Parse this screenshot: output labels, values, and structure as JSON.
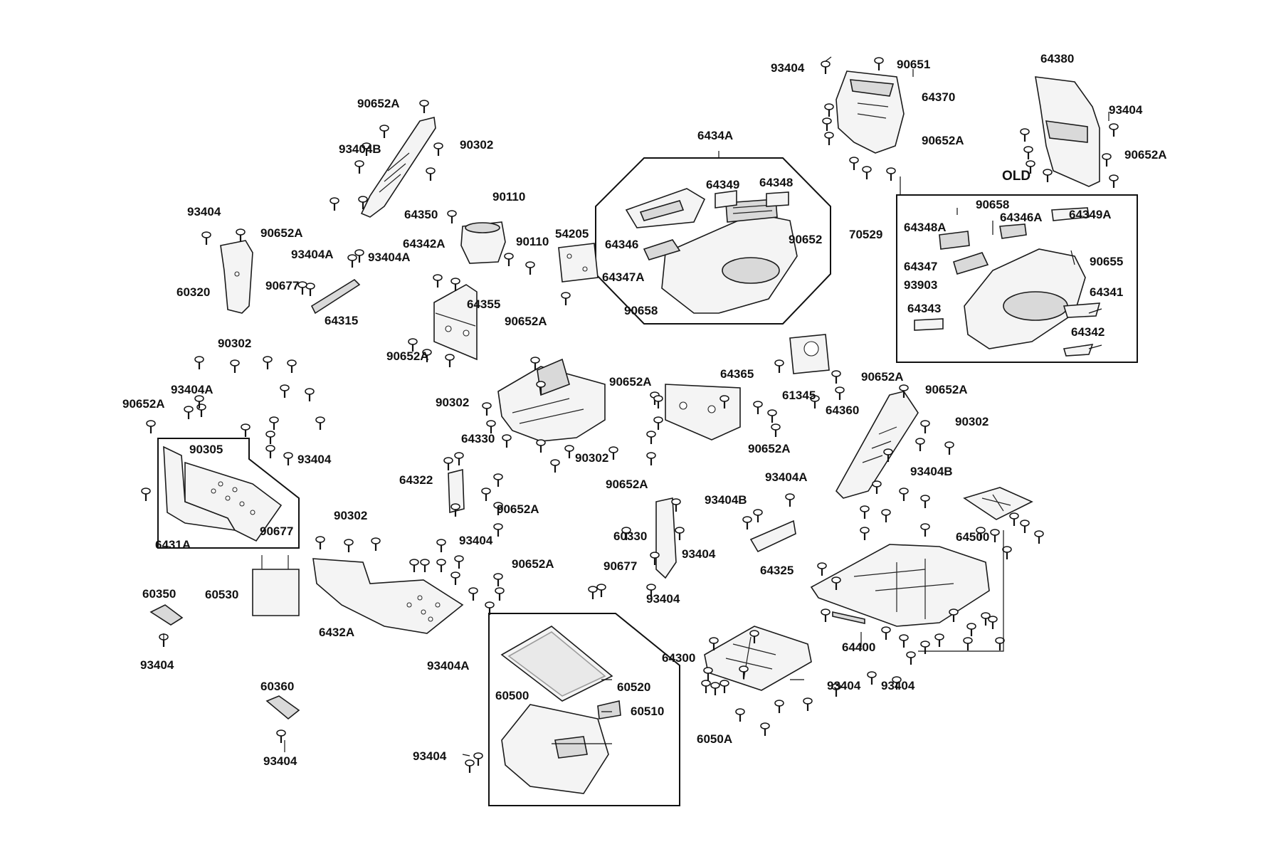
{
  "figure": {
    "old_label": "OLD",
    "part_numbers": {
      "p93404_a": "93404",
      "p90651": "90651",
      "p64370": "64370",
      "p90652A_a": "90652A",
      "p64380": "64380",
      "p93404_b": "93404",
      "p90652A_b": "90652A",
      "p90652A_c": "90652A",
      "p93404B_a": "93404B",
      "p90302_a": "90302",
      "p64350": "64350",
      "p90110_a": "90110",
      "p64342A": "64342A",
      "p90110_b": "90110",
      "p54205": "54205",
      "p6434A": "6434A",
      "p64349": "64349",
      "p64348": "64348",
      "p64346": "64346",
      "p64347A": "64347A",
      "p90652_a": "90652",
      "p90658_a": "90658",
      "p70529": "70529",
      "p90658_b": "90658",
      "p64348A": "64348A",
      "p64346A": "64346A",
      "p64349A": "64349A",
      "p64347": "64347",
      "p93903": "93903",
      "p90655": "90655",
      "p64343": "64343",
      "p64341": "64341",
      "p64342": "64342",
      "p93404_c": "93404",
      "p90652A_d": "90652A",
      "p93404A_a": "93404A",
      "p93404A_b": "93404A",
      "p60320": "60320",
      "p90677_a": "90677",
      "p64315": "64315",
      "p64355": "64355",
      "p90652A_e": "90652A",
      "p90652A_f": "90652A",
      "p90302_b": "90302",
      "p93404A_c": "93404A",
      "p90652A_g": "90652A",
      "p90305": "90305",
      "p93404_d": "93404",
      "p6431A": "6431A",
      "p90677_b": "90677",
      "p90652A_h": "90652A",
      "p90302_c": "90302",
      "p64330": "64330",
      "p90302_d": "90302",
      "p64365": "64365",
      "p61345": "61345",
      "p90652A_i": "90652A",
      "p90652A_j": "90652A",
      "p64360": "64360",
      "p90302_e": "90302",
      "p90652A_k": "90652A",
      "p93404B_b": "93404B",
      "p64322": "64322",
      "p90652A_l": "90652A",
      "p90652A_m": "90652A",
      "p93404A_d": "93404A",
      "p93404B_c": "93404B",
      "p64500": "64500",
      "p90302_f": "90302",
      "p93404_e": "93404",
      "p90652A_n": "90652A",
      "p60330": "60330",
      "p93404_f": "93404",
      "p90677_c": "90677",
      "p64325": "64325",
      "p60350": "60350",
      "p60530": "60530",
      "p6432A": "6432A",
      "p93404_g": "93404",
      "p93404A_e": "93404A",
      "p93404_h": "93404",
      "p64300": "64300",
      "p64400": "64400",
      "p93404_i": "93404",
      "p93404_j": "93404",
      "p60520": "60520",
      "p60500": "60500",
      "p60510": "60510",
      "p6050A": "6050A",
      "p60360": "60360",
      "p93404_k": "93404",
      "p93404_l": "93404"
    }
  }
}
